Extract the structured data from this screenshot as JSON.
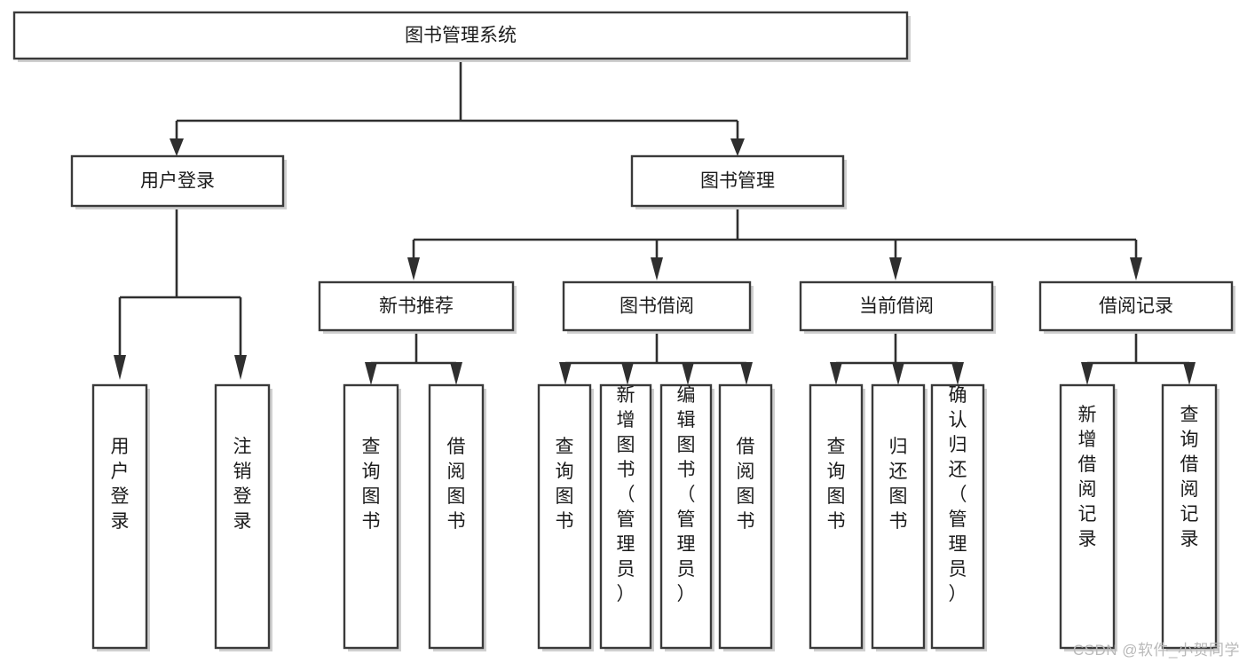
{
  "diagram": {
    "type": "tree",
    "title": "图书管理系统",
    "orientation": "top-down",
    "colors": {
      "box_border": "#3a3a3a",
      "box_fill": "#ffffff",
      "connector": "#2f2f2f",
      "shadow": "#cfcfcf",
      "text": "#1b1b1b",
      "watermark": "#b9b9b9"
    },
    "root": {
      "label": "图书管理系统",
      "orientation": "horizontal"
    },
    "level1": [
      {
        "label": "用户登录",
        "orientation": "horizontal"
      },
      {
        "label": "图书管理",
        "orientation": "horizontal"
      }
    ],
    "level2": [
      {
        "label": "新书推荐",
        "orientation": "horizontal"
      },
      {
        "label": "图书借阅",
        "orientation": "horizontal"
      },
      {
        "label": "当前借阅",
        "orientation": "horizontal"
      },
      {
        "label": "借阅记录",
        "orientation": "horizontal"
      }
    ],
    "leaves": {
      "user_login": [
        {
          "label": "用户登录",
          "orientation": "vertical"
        },
        {
          "label": "注销登录",
          "orientation": "vertical"
        }
      ],
      "new_book_recommend": [
        {
          "label": "查询图书",
          "orientation": "vertical"
        },
        {
          "label": "借阅图书",
          "orientation": "vertical"
        }
      ],
      "book_borrow": [
        {
          "label": "查询图书",
          "orientation": "vertical"
        },
        {
          "label": "新增图书（管理员）",
          "orientation": "vertical"
        },
        {
          "label": "编辑图书（管理员）",
          "orientation": "vertical"
        },
        {
          "label": "借阅图书",
          "orientation": "vertical"
        }
      ],
      "current_borrow": [
        {
          "label": "查询图书",
          "orientation": "vertical"
        },
        {
          "label": "归还图书",
          "orientation": "vertical"
        },
        {
          "label": "确认归还（管理员）",
          "orientation": "vertical"
        }
      ],
      "borrow_record": [
        {
          "label": "新增借阅记录",
          "orientation": "vertical"
        },
        {
          "label": "查询借阅记录",
          "orientation": "vertical"
        }
      ]
    },
    "watermark": "CSDN @软件_小贺同学"
  }
}
